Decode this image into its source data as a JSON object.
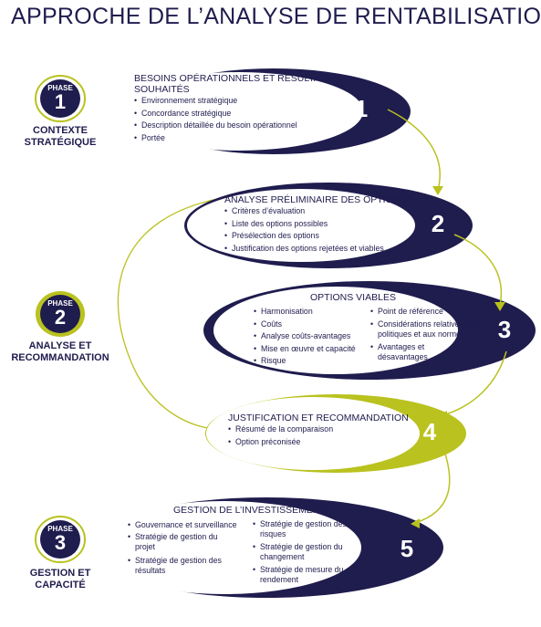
{
  "title": "APPROCHE DE L’ANALYSE DE RENTABILISATION",
  "colors": {
    "navy": "#1f1c4e",
    "green": "#b9c21f",
    "light_green": "#dfe67a"
  },
  "phases": [
    {
      "word": "PHASE",
      "number": "1",
      "label_lines": [
        "CONTEXTE",
        "STRATÉGIQUE"
      ]
    },
    {
      "word": "PHASE",
      "number": "2",
      "label_lines": [
        "ANALYSE ET",
        "RECOMMANDATION"
      ]
    },
    {
      "word": "PHASE",
      "number": "3",
      "label_lines": [
        "GESTION ET",
        "CAPACITÉ"
      ]
    }
  ],
  "steps": [
    {
      "number": "1",
      "title_lines": [
        "BESOINS OPÉRATIONNELS ET RÉSULTATS",
        "SOUHAITÉS"
      ],
      "bullets": [
        "Environnement stratégique",
        "Concordance stratégique",
        "Description détaillée du besoin opérationnel",
        "Portée"
      ]
    },
    {
      "number": "2",
      "title_lines": [
        "ANALYSE PRÉLIMINAIRE DES OPTIONS"
      ],
      "bullets": [
        "Critères d’évaluation",
        "Liste des options possibles",
        "Présélection des options",
        "Justification des options rejetées et viables"
      ]
    },
    {
      "number": "3",
      "title_lines": [
        "OPTIONS VIABLES"
      ],
      "bullets_left": [
        "Harmonisation",
        "Coûts",
        "Analyse coûts-avantages",
        "Mise en œuvre et capacité",
        "Risque"
      ],
      "bullets_right": [
        "Point de référence",
        "Considérations relatives aux politiques et aux normes",
        "Avantages et désavantages"
      ]
    },
    {
      "number": "4",
      "title_lines": [
        "JUSTIFICATION ET RECOMMANDATION"
      ],
      "bullets": [
        "Résumé de la comparaison",
        "Option préconisée"
      ]
    },
    {
      "number": "5",
      "title_lines": [
        "GESTION DE L’INVESTISSEMENT"
      ],
      "bullets_left": [
        "Gouvernance et surveillance",
        "Stratégie de gestion du projet",
        "Stratégie de gestion des résultats"
      ],
      "bullets_right": [
        "Stratégie de gestion des risques",
        "Stratégie de gestion du changement",
        "Stratégie de mesure du rendement"
      ]
    }
  ]
}
